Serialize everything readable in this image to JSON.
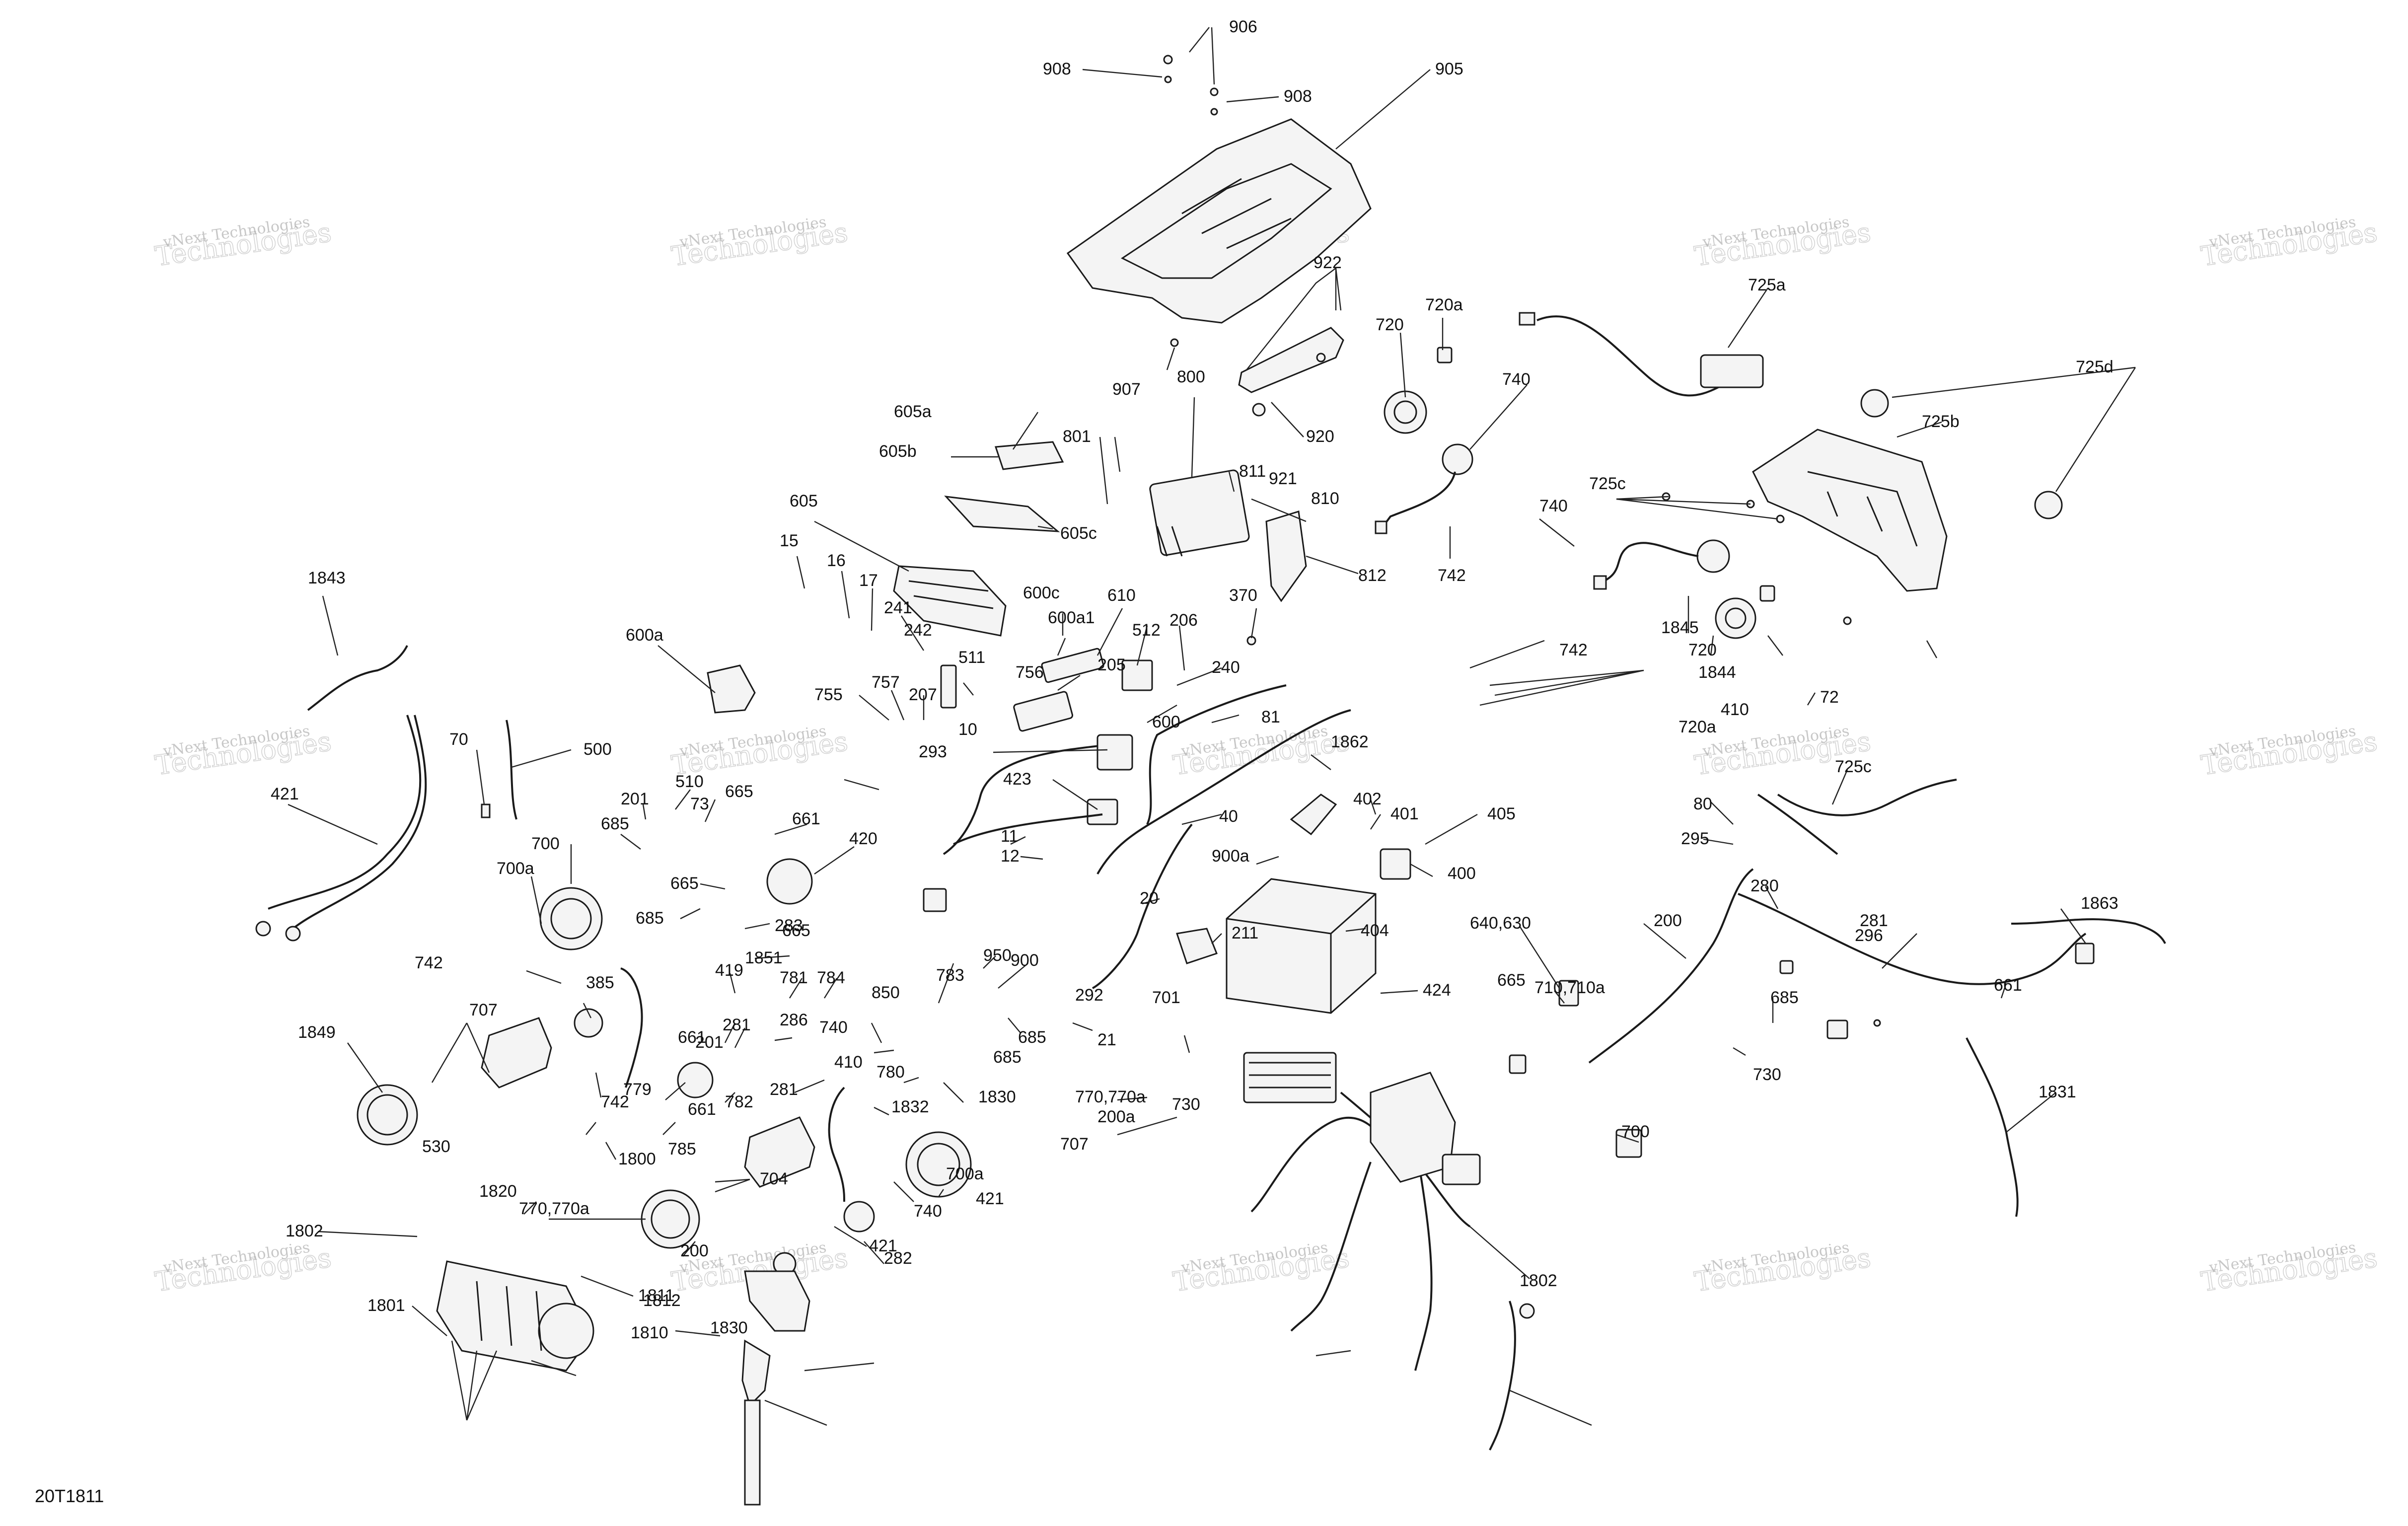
{
  "drawing_code": "20T1811",
  "watermark": {
    "line1": "vNext Technologies",
    "line2": "Technologies"
  },
  "labels": [
    "906",
    "908",
    "908",
    "905",
    "922",
    "907",
    "720",
    "720a",
    "725a",
    "725d",
    "725b",
    "920",
    "921",
    "740",
    "605a",
    "801",
    "800",
    "811",
    "810",
    "605b",
    "605c",
    "725c",
    "740",
    "812",
    "605",
    "370",
    "742",
    "15",
    "16",
    "17",
    "600c",
    "610",
    "241",
    "600a1",
    "512",
    "206",
    "242",
    "1845",
    "1844",
    "742",
    "720",
    "720a",
    "410",
    "600a",
    "511",
    "205",
    "240",
    "756",
    "755",
    "757",
    "207",
    "600",
    "10",
    "81",
    "1843",
    "1862",
    "725c",
    "72",
    "70",
    "500",
    "293",
    "80",
    "421",
    "510",
    "423",
    "665",
    "201",
    "73",
    "661",
    "685",
    "402",
    "401",
    "405",
    "700",
    "40",
    "295",
    "1863",
    "11",
    "12",
    "420",
    "900a",
    "280",
    "400",
    "700a",
    "665",
    "685",
    "283",
    "20",
    "404",
    "640,630",
    "200",
    "281",
    "296",
    "665",
    "211",
    "710,710a",
    "685",
    "661",
    "424",
    "950",
    "1851",
    "419",
    "900",
    "742",
    "783",
    "781",
    "784",
    "665",
    "850",
    "385",
    "292",
    "707",
    "286",
    "281",
    "661",
    "685",
    "201",
    "21",
    "410",
    "730",
    "200a",
    "701",
    "1849",
    "730",
    "685",
    "740",
    "780",
    "742",
    "779",
    "661",
    "1832",
    "281",
    "1830",
    "770,770a",
    "782",
    "1831",
    "530",
    "785",
    "707",
    "700",
    "1800",
    "704",
    "700a",
    "421",
    "1820",
    "770,770a",
    "740",
    "200",
    "421",
    "1802",
    "1811",
    "282",
    "1812",
    "1802",
    "1830",
    "1801",
    "1810"
  ]
}
